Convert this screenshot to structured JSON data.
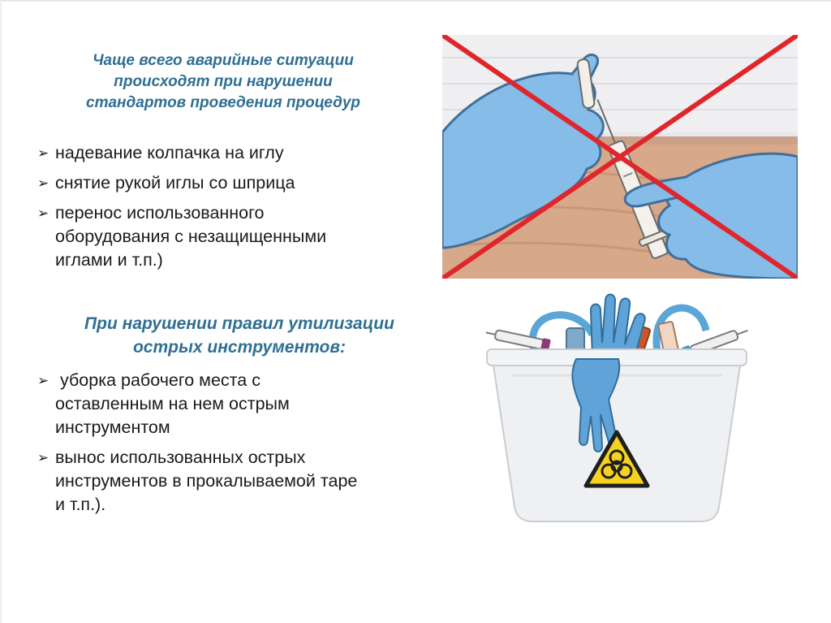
{
  "heading_1": {
    "line_1": "Чаще всего аварийные ситуации",
    "line_2": "происходят при нарушении",
    "line_3": "стандартов  проведения процедур"
  },
  "list_1": [
    {
      "bullet": "➢",
      "lines": [
        "надевание колпачка на иглу"
      ]
    },
    {
      "bullet": "➢",
      "lines": [
        "снятие рукой иглы со шприца"
      ]
    },
    {
      "bullet": "➢",
      "lines": [
        "перенос использованного",
        "оборудования с незащищенными",
        "иглами и т.п.)"
      ]
    }
  ],
  "heading_2": {
    "line_1": "При нарушении правил утилизации",
    "line_2": "острых инструментов:"
  },
  "list_2": [
    {
      "bullet": "➢",
      "lines": [
        " уборка рабочего места с",
        "оставленным на нем острым",
        "инструментом"
      ]
    },
    {
      "bullet": "➢",
      "lines": [
        "вынос использованных острых",
        "инструментов в прокалываемой таре",
        "и т.п.)."
      ]
    }
  ],
  "images": {
    "prohibited_illustration": {
      "icon": "crossed-out-needle-recapping-icon",
      "cross_color": "#e0262c",
      "glove_color": "#7fb6e6"
    },
    "sharps_bin_illustration": {
      "icon": "biohazard-sharps-container-icon",
      "bin_color": "#eef0f2",
      "warning_color": "#f5d21f"
    }
  },
  "colors": {
    "heading": "#2f6f94",
    "text": "#1a1a1a"
  }
}
